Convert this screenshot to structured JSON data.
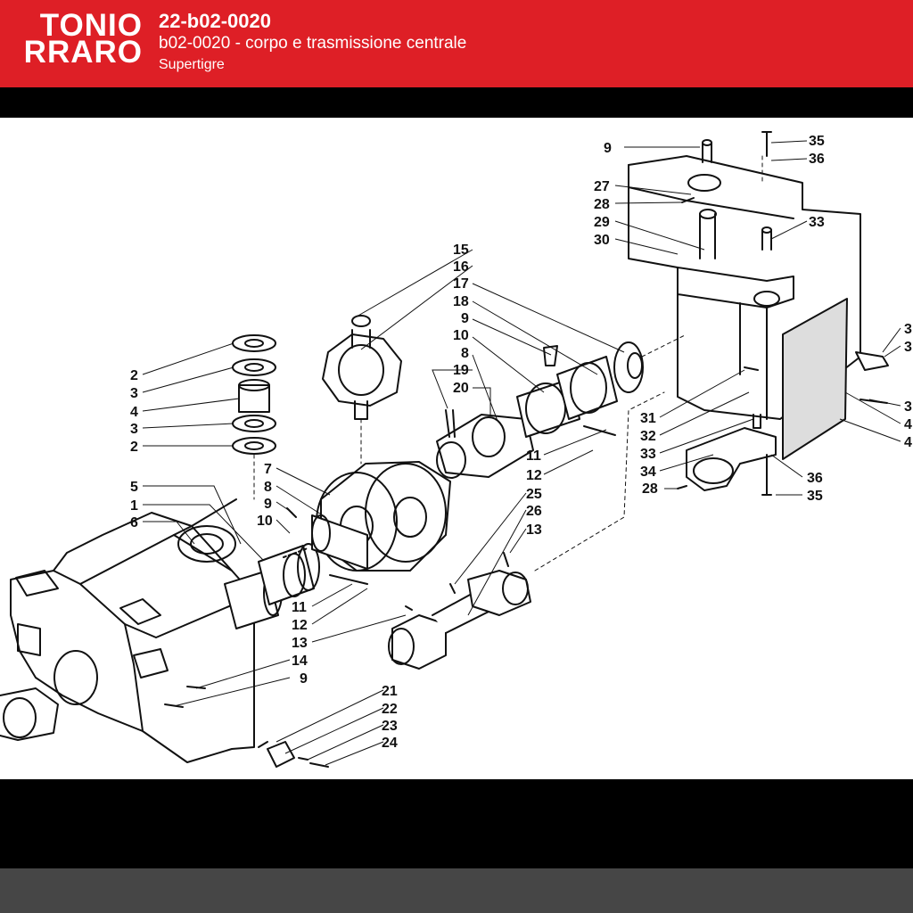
{
  "header": {
    "logo_line1": "TONIO",
    "logo_line2": "RRARO",
    "part_code": "22-b02-0020",
    "subtitle": "b02-0020 - corpo e trasmissione centrale",
    "model": "Supertigre"
  },
  "colors": {
    "header_red": "#de1f26",
    "bar_black": "#000000",
    "drawing_bg": "#ffffff"
  },
  "callouts": {
    "c_9a": "9",
    "c_35a": "35",
    "c_36a": "36",
    "c_27": "27",
    "c_28a": "28",
    "c_29": "29",
    "c_33a": "33",
    "c_30": "30",
    "c_15": "15",
    "c_16": "16",
    "c_17": "17",
    "c_18": "18",
    "c_9b": "9",
    "c_10a": "10",
    "c_8a": "8",
    "c_19": "19",
    "c_20": "20",
    "c_2a": "2",
    "c_3a": "3",
    "c_4a": "4",
    "c_3b": "3",
    "c_2b": "2",
    "c_37": "3",
    "c_38": "3",
    "c_39": "3",
    "c_40": "4",
    "c_41": "4",
    "c_31": "31",
    "c_32": "32",
    "c_33b": "33",
    "c_34": "34",
    "c_28b": "28",
    "c_36b": "36",
    "c_35b": "35",
    "c_11a": "11",
    "c_12a": "12",
    "c_7": "7",
    "c_8b": "8",
    "c_9c": "9",
    "c_10b": "10",
    "c_5": "5",
    "c_1": "1",
    "c_6": "6",
    "c_25": "25",
    "c_26": "26",
    "c_13a": "13",
    "c_11b": "11",
    "c_12b": "12",
    "c_13b": "13",
    "c_14": "14",
    "c_9d": "9",
    "c_21": "21",
    "c_22": "22",
    "c_23": "23",
    "c_24": "24"
  }
}
